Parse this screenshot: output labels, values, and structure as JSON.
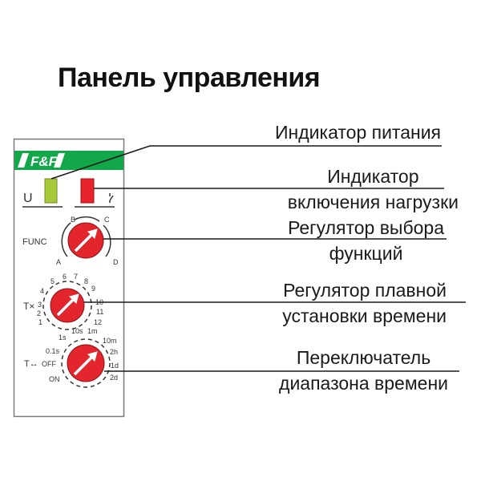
{
  "title": "Панель управления",
  "colors": {
    "brand_green": "#12a84a",
    "led_power": "#a6c93a",
    "led_load": "#e8232b",
    "knob_red": "#e3262d",
    "line": "#1a1a1a",
    "panel_border": "#7a7a7a"
  },
  "panel": {
    "logo": "F&F",
    "power_indicator_symbol": "U",
    "load_indicator_symbol": "contact-symbol",
    "func_label": "FUNC",
    "func_positions": [
      "A",
      "B",
      "C",
      "D"
    ],
    "time_multiplier_label": "T×",
    "time_multiplier_positions": [
      "1",
      "2",
      "3",
      "4",
      "5",
      "6",
      "7",
      "8",
      "9",
      "10",
      "11",
      "12"
    ],
    "time_range_label": "T↔",
    "time_range_positions": [
      "ON",
      "OFF",
      "0.1s",
      "1s",
      "10s",
      "1m",
      "10m",
      "2h",
      "1d",
      "2d"
    ]
  },
  "callouts": [
    {
      "lines": [
        "Индикатор питания"
      ]
    },
    {
      "lines": [
        "Индикатор",
        "включения нагрузки"
      ]
    },
    {
      "lines": [
        "Регулятор выбора",
        "функций"
      ]
    },
    {
      "lines": [
        "Регулятор плавной",
        "установки времени"
      ]
    },
    {
      "lines": [
        "Переключатель",
        "диапазона времени"
      ]
    }
  ]
}
